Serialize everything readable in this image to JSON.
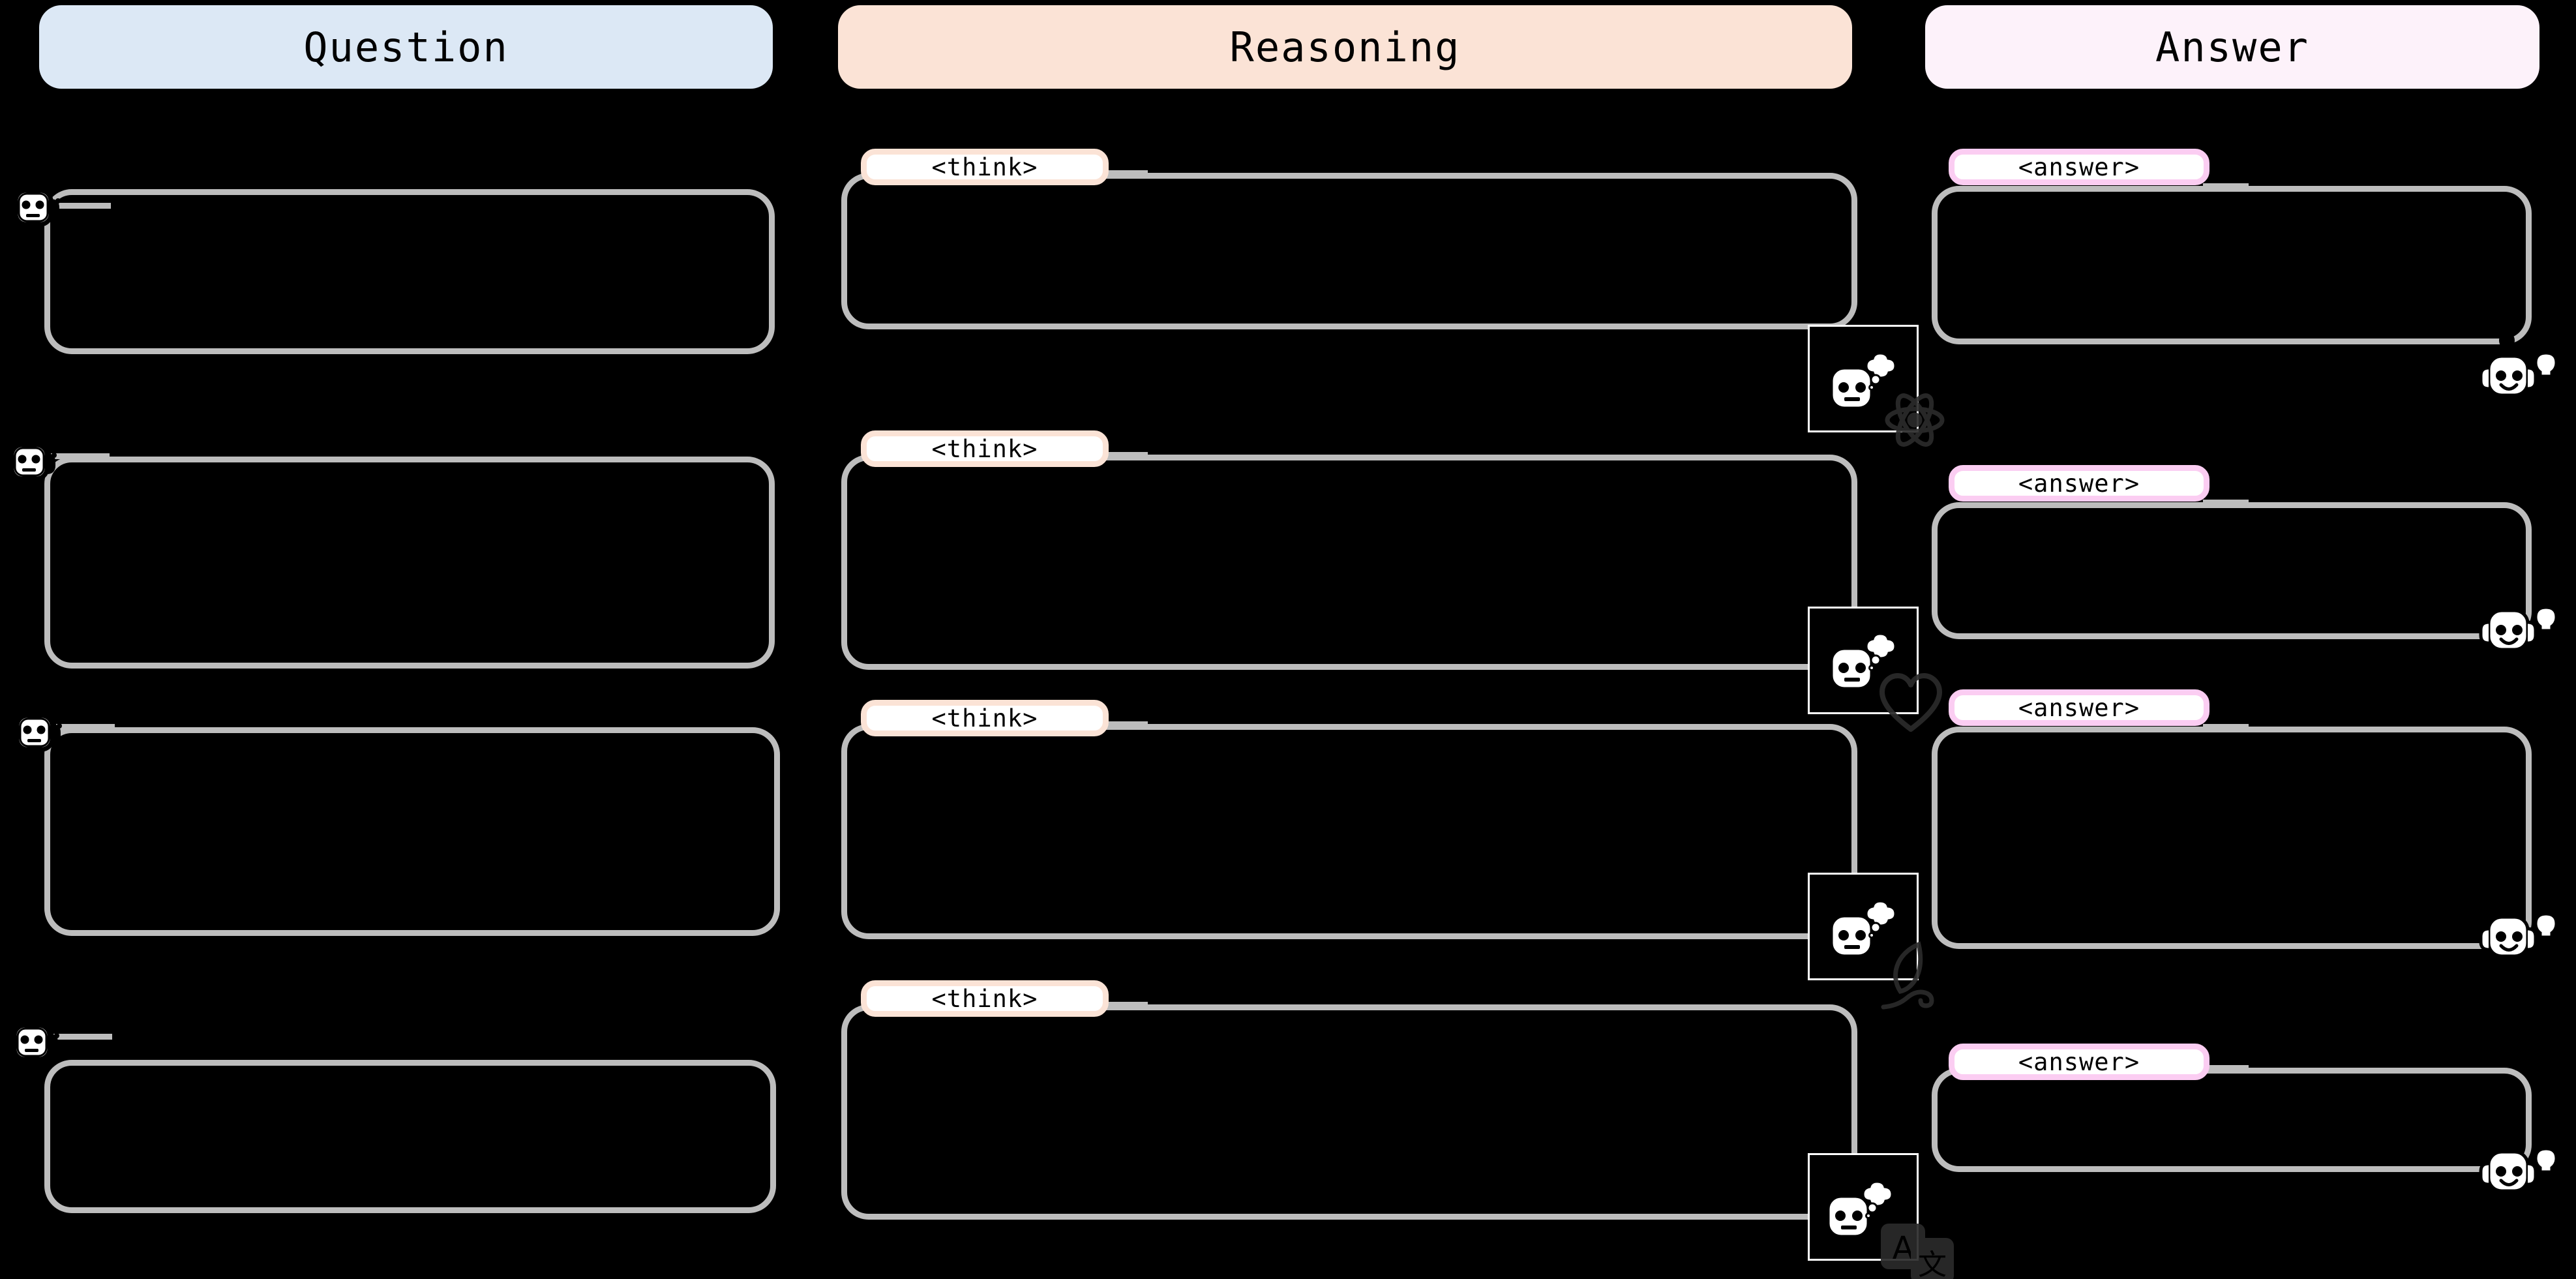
{
  "page": {
    "background": "#000000",
    "line_color": "#bdbdbd"
  },
  "headers": [
    {
      "key": "question",
      "label": "Question",
      "color": "#dce8f5"
    },
    {
      "key": "reasoning",
      "label": "Reasoning",
      "color": "#fbe3d6"
    },
    {
      "key": "answer",
      "label": "Answer",
      "color": "#fdf2fa"
    }
  ],
  "tags": {
    "think": {
      "label": "<think>",
      "border": "#fbe3d6"
    },
    "answer": {
      "label": "<answer>",
      "border": "#fbcdf2"
    }
  },
  "icons": {
    "question_robot": "robot-question-icon",
    "thinking_robot": "robot-thinking-icon",
    "answer_robot": "robot-happy-icon",
    "thought_bubble": "thought-bubble-icon",
    "lightbulb": "lightbulb-icon"
  },
  "rows": [
    {
      "index": 1,
      "question": {
        "robot": "robot-question-icon",
        "text": ""
      },
      "reasoning": {
        "tag": "<think>",
        "robot": "robot-thinking-icon",
        "topic_icon": "atom-icon",
        "text": ""
      },
      "answer": {
        "tag": "<answer>",
        "robot": "robot-happy-icon",
        "topic_icon": "lightbulb-icon",
        "text": ""
      }
    },
    {
      "index": 2,
      "question": {
        "robot": "robot-question-icon",
        "text": ""
      },
      "reasoning": {
        "tag": "<think>",
        "robot": "robot-thinking-icon",
        "topic_icon": "heart-icon",
        "text": ""
      },
      "answer": {
        "tag": "<answer>",
        "robot": "robot-happy-icon",
        "topic_icon": "lightbulb-icon",
        "text": ""
      }
    },
    {
      "index": 3,
      "question": {
        "robot": "robot-question-icon",
        "text": ""
      },
      "reasoning": {
        "tag": "<think>",
        "robot": "robot-thinking-icon",
        "topic_icon": "leaf-icon",
        "text": ""
      },
      "answer": {
        "tag": "<answer>",
        "robot": "robot-happy-icon",
        "topic_icon": "lightbulb-icon",
        "text": ""
      }
    },
    {
      "index": 4,
      "question": {
        "robot": "robot-question-icon",
        "text": ""
      },
      "reasoning": {
        "tag": "<think>",
        "robot": "robot-thinking-icon",
        "topic_icon": "translate-icon",
        "text": ""
      },
      "answer": {
        "tag": "<answer>",
        "robot": "robot-happy-icon",
        "topic_icon": "lightbulb-icon",
        "text": ""
      }
    }
  ]
}
